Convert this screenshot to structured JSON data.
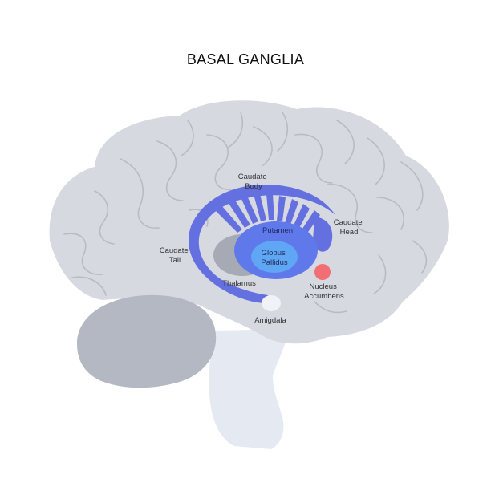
{
  "title": "BASAL GANGLIA",
  "labels": {
    "caudate_body": [
      "Caudate",
      "Body"
    ],
    "caudate_head": [
      "Caudate",
      "Head"
    ],
    "caudate_tail": [
      "Caudate",
      "Tail"
    ],
    "putamen": "Putamen",
    "globus_pallidus": [
      "Globus",
      "Pallidus"
    ],
    "thalamus": "Thalamus",
    "nucleus_accumbens": [
      "Nucleus",
      "Accumbens"
    ],
    "amigdala": "Amigdala"
  },
  "colors": {
    "brain": "#d7d9e1",
    "sulcus": "#b7bbc7",
    "cerebellum": "#b3b8c3",
    "brainstem": "#e5e9f2",
    "caudate": "#6470e0",
    "putamen": "#5f79ea",
    "globus_pallidus": "#5fa6f4",
    "thalamus": "#a6aab5",
    "nucleus_accumbens": "#f26d74",
    "amigdala": "#f1f2f6"
  }
}
